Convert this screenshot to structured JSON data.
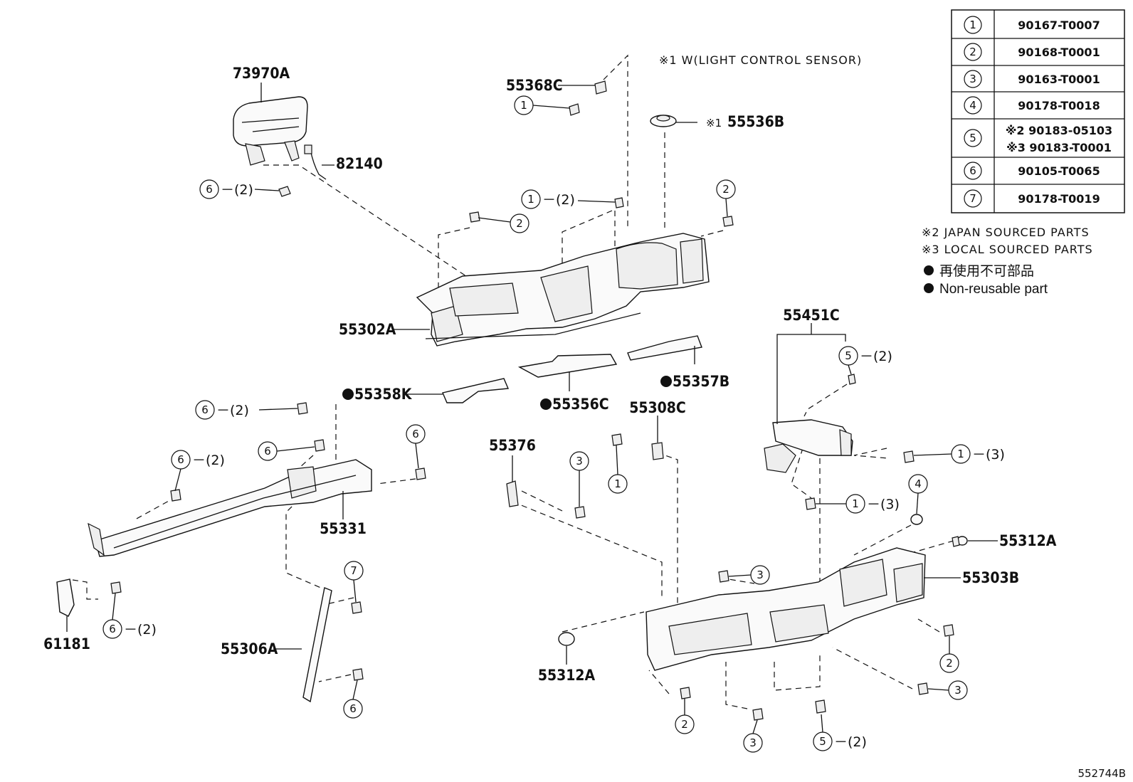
{
  "labels": {
    "p73970A": "73970A",
    "p82140": "82140",
    "p55368C": "55368C",
    "p55536B": "55536B",
    "p55302A": "55302A",
    "p55358K": "55358K",
    "p55356C": "55356C",
    "p55357B": "55357B",
    "p55308C": "55308C",
    "p55451C": "55451C",
    "p55376": "55376",
    "p55331": "55331",
    "p55312A_right": "55312A",
    "p55303B": "55303B",
    "p61181": "61181",
    "p55306A": "55306A",
    "p55312A_bottom": "55312A",
    "drawing_number": "552744B"
  },
  "notes": {
    "light_sensor": "※1  W(LIGHT CONTROL SENSOR)",
    "sensor_mark": "※1",
    "japan": "※2 JAPAN SOURCED PARTS",
    "local": "※3 LOCAL SOURCED PARTS",
    "non_reusable_jp": "再使用不可部品",
    "non_reusable_en": "Non-reusable part"
  },
  "callouts": {
    "one": "1",
    "two": "2",
    "three": "3",
    "four": "4",
    "five": "5",
    "six": "6",
    "seven": "7",
    "qty2": "－(2)",
    "qty3": "－(3)"
  },
  "legend_table": [
    {
      "no": "1",
      "part": "90167-T0007"
    },
    {
      "no": "2",
      "part": "90168-T0001"
    },
    {
      "no": "3",
      "part": "90163-T0001"
    },
    {
      "no": "4",
      "part": "90178-T0018"
    },
    {
      "no": "5",
      "part": "※2 90183-05103",
      "part2": "※3 90183-T0001"
    },
    {
      "no": "6",
      "part": "90105-T0065"
    },
    {
      "no": "7",
      "part": "90178-T0019"
    }
  ]
}
